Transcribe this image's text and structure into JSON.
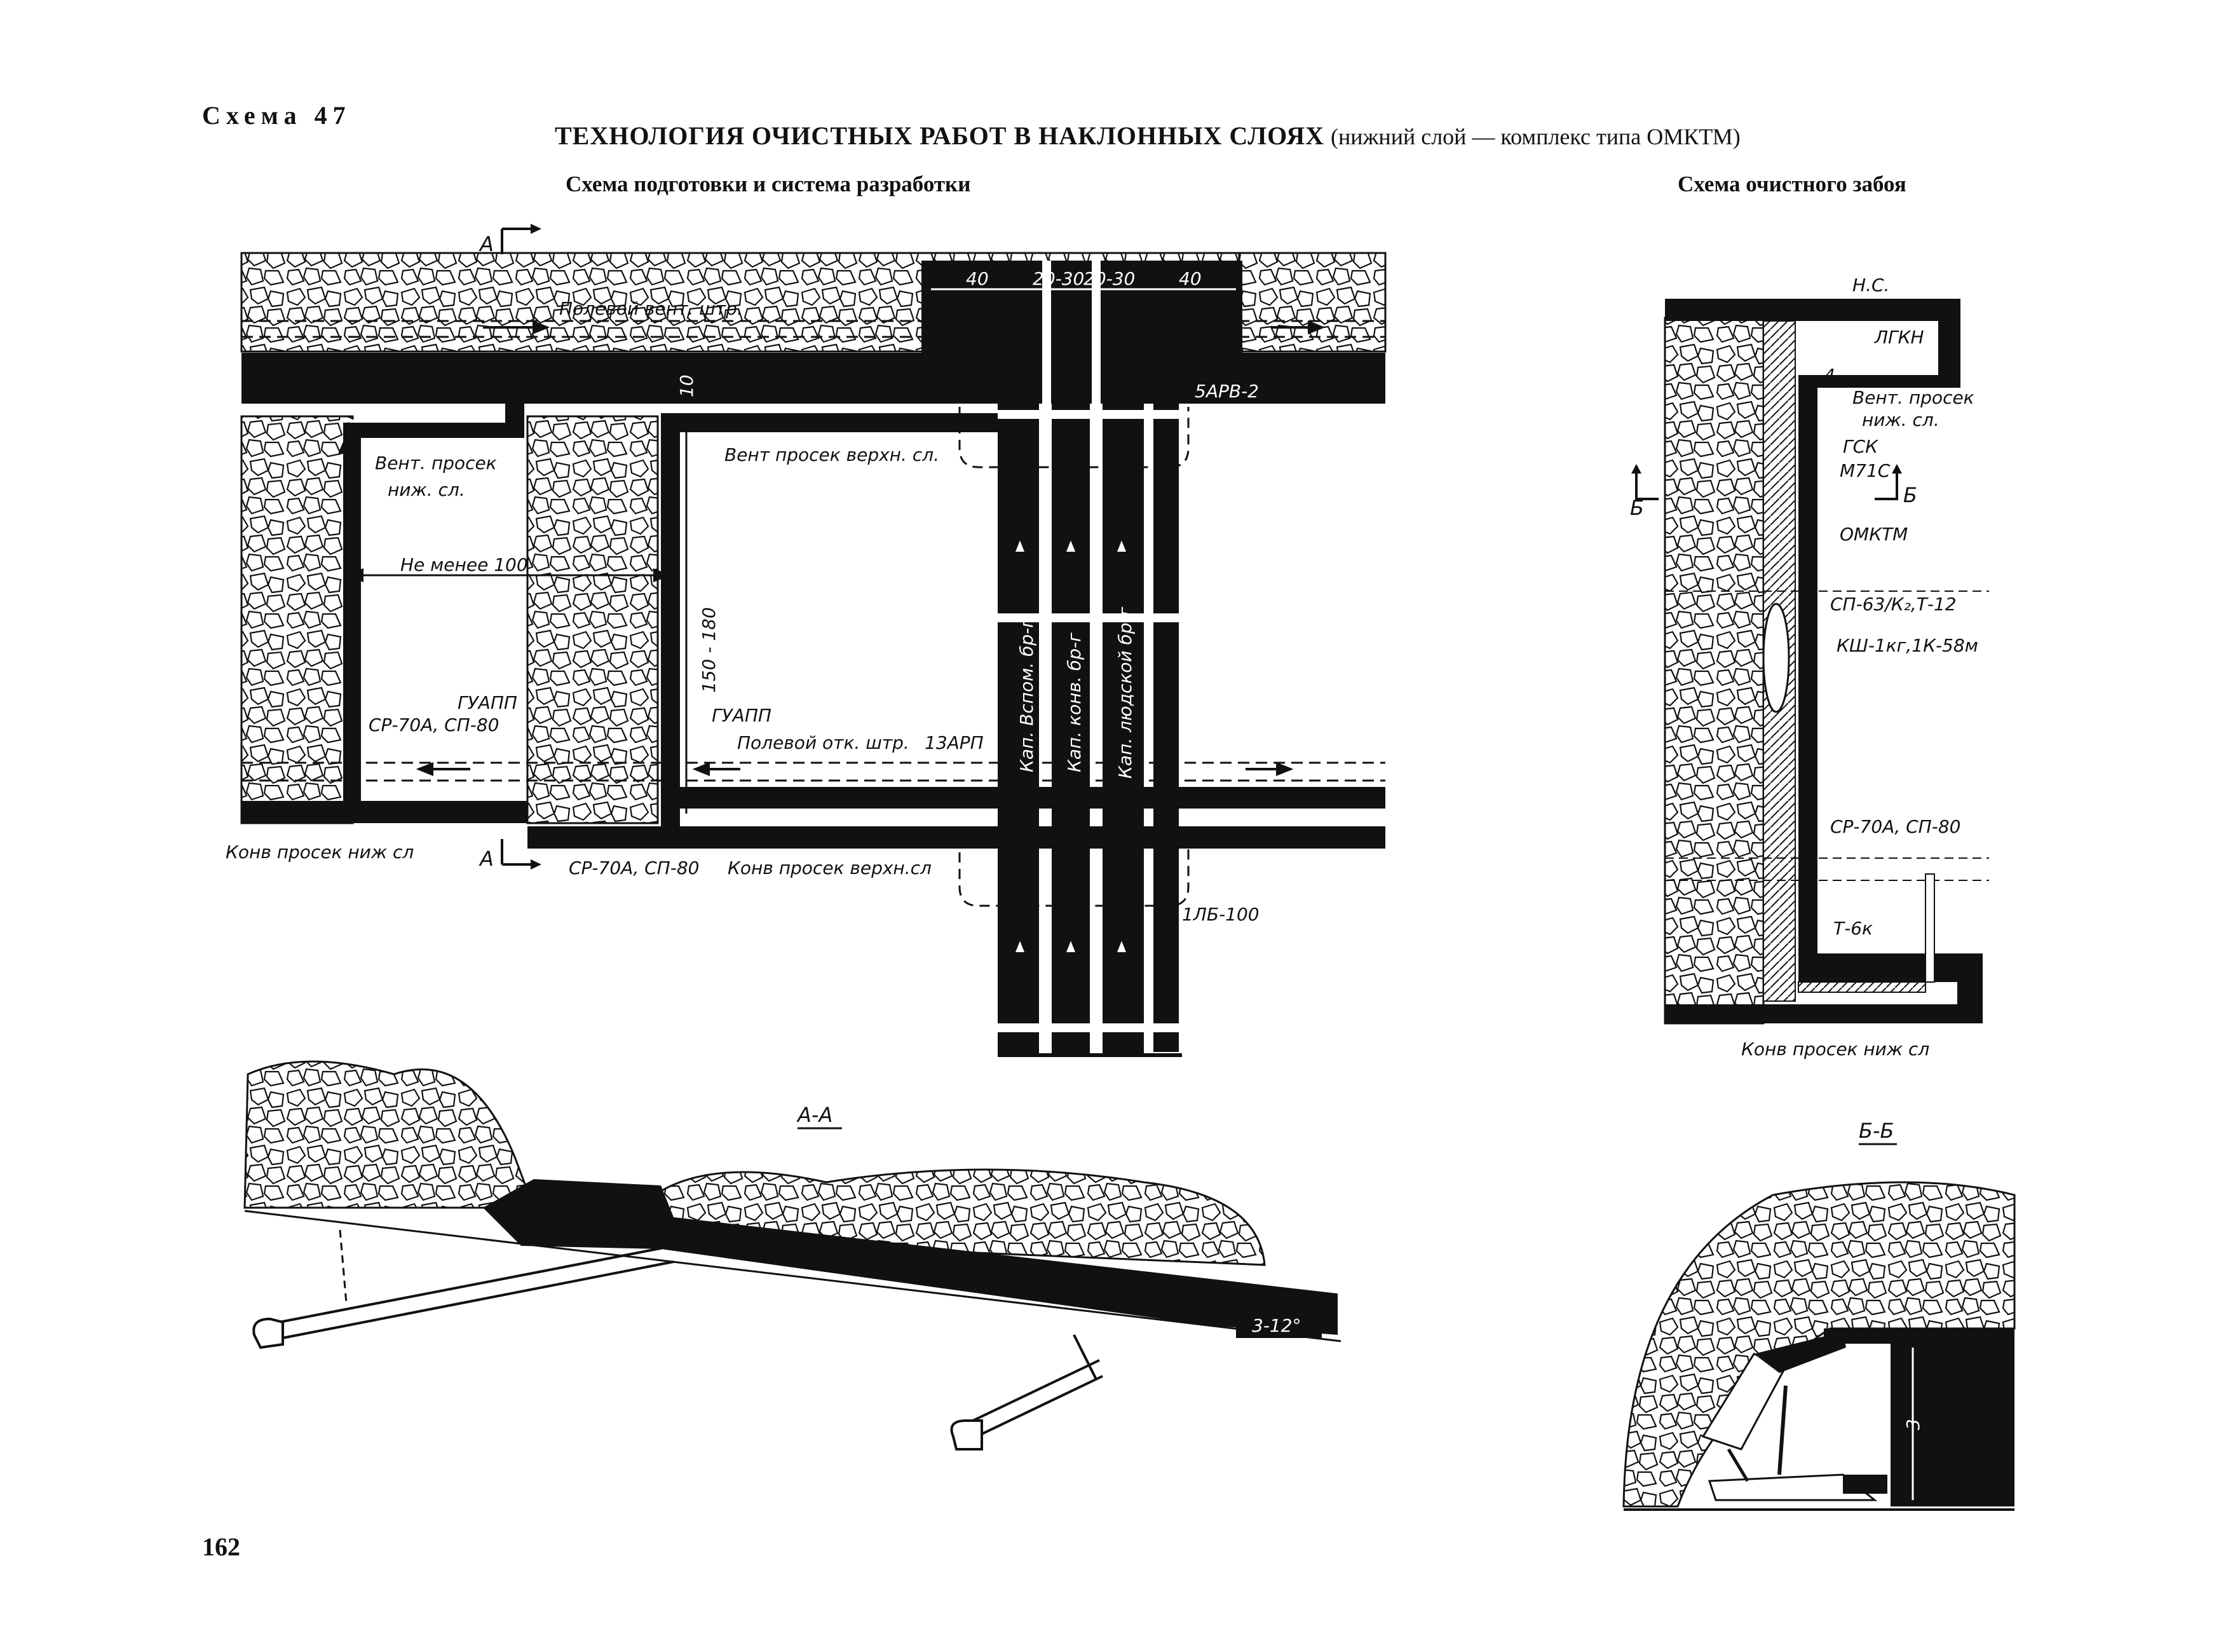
{
  "header": {
    "scheme_no": "Схема 47",
    "title_bold": "ТЕХНОЛОГИЯ ОЧИСТНЫХ РАБОТ В НАКЛОННЫХ СЛОЯХ",
    "title_normal": "(нижний слой — комплекс типа ОМКТМ)",
    "sub_left": "Схема подготовки и система разработки",
    "sub_right": "Схема очистного забоя"
  },
  "plan": {
    "section_mark": "А",
    "labels": {
      "field_vent_drift": "Полевой вент. штр.",
      "vent_crosscut_lower": "Вент. просек",
      "vent_crosscut_lower_2": "ниж. сл.",
      "vent_crosscut_upper": "Вент просек верхн. сл.",
      "min_distance": "Не менее 100",
      "dist_150_180": "150 - 180",
      "dist_10": "10",
      "guapp_left": "ГУАПП",
      "sr70_left": "СР-70А, СП-80",
      "guapp_center": "ГУАПП",
      "field_haul_drift": "Полевой отк. штр.",
      "arp": "13АРП",
      "conv_lower": "Конв просек ниж сл",
      "sr70_center": "СР-70А, СП-80",
      "conv_upper": "Конв просек верхн.сл",
      "lb100": "1ЛБ-100",
      "arv": "5АРВ-2",
      "cap_aux": "Кап. Вспом. бр-г",
      "cap_conv": "Кап. конв. бр-г",
      "cap_people": "Кап. людской бр-г"
    },
    "dims": [
      "40",
      "20-30",
      "20-30",
      "40"
    ]
  },
  "face": {
    "labels": {
      "ns": "Н.С.",
      "lgkn": "ЛГКН",
      "dim4": "4",
      "vent_crosscut": "Вент. просек",
      "vent_crosscut_2": "ниж. сл.",
      "gsk": "ГСК",
      "m71s": "М71С",
      "section_mark": "Б",
      "omktm": "ОМКТМ",
      "sp63": "СП-63/К₂,Т-12",
      "ksh": "КШ-1кг,1К-58м",
      "sr70": "СР-70А, СП-80",
      "t6k": "Т-6к",
      "conv_lower": "Конв просек ниж сл"
    }
  },
  "sections": {
    "aa_title": "А-А",
    "aa_angle": "3-12°",
    "bb_title": "Б-Б",
    "bb_dim": "3"
  },
  "page_number": "162"
}
